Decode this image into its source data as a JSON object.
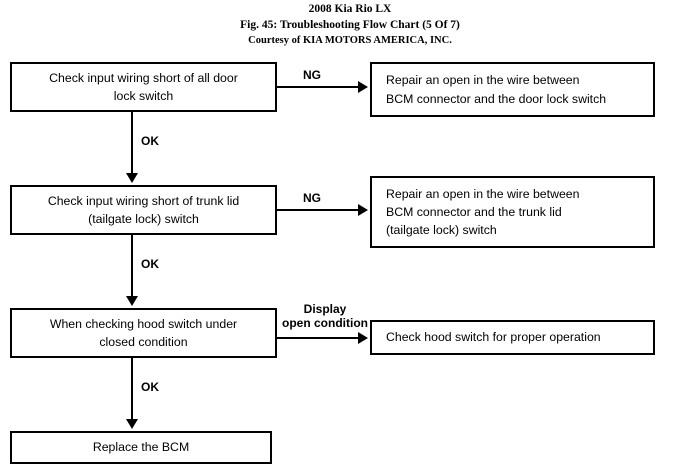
{
  "title": {
    "line1": "2008 Kia Rio LX",
    "line2": "Fig. 45: Troubleshooting Flow Chart (5 Of 7)",
    "line3": "Courtesy of KIA MOTORS AMERICA, INC."
  },
  "colors": {
    "line": "#000000",
    "text": "#000000",
    "background": "#ffffff"
  },
  "flowchart": {
    "type": "flow-chart",
    "nodes": [
      {
        "id": "check-door-lock",
        "text": "Check input wiring short of all door\nlock switch",
        "line1": "Check input wiring short of all door",
        "line2": "lock switch"
      },
      {
        "id": "repair-door-lock",
        "text": "Repair an open in the wire between\nBCM connector and the door lock switch",
        "line1": "Repair an open in the wire between",
        "line2": "BCM connector and the door lock switch"
      },
      {
        "id": "check-trunk-lid",
        "text": "Check input wiring short of trunk lid\n(tailgate lock) switch",
        "line1": "Check input wiring short of trunk lid",
        "line2": "(tailgate lock) switch"
      },
      {
        "id": "repair-trunk-lid",
        "text": "Repair an open in the wire between\nBCM connector and the trunk lid\n(tailgate lock) switch",
        "line1": "Repair an open in the wire between",
        "line2": "BCM connector and the trunk lid",
        "line3": "(tailgate lock) switch"
      },
      {
        "id": "check-hood-switch",
        "text": "When checking hood switch under\nclosed condition",
        "line1": "When checking hood switch under",
        "line2": "closed condition"
      },
      {
        "id": "check-hood-operation",
        "text": "Check hood switch for proper operation",
        "line1": "Check hood switch for proper operation"
      },
      {
        "id": "replace-bcm",
        "text": "Replace the BCM",
        "line1": "Replace the BCM"
      }
    ],
    "edges": [
      {
        "id": "e1",
        "from": "check-door-lock",
        "to": "repair-door-lock",
        "label": "NG",
        "direction": "right"
      },
      {
        "id": "e2",
        "from": "check-door-lock",
        "to": "check-trunk-lid",
        "label": "OK",
        "direction": "down"
      },
      {
        "id": "e3",
        "from": "check-trunk-lid",
        "to": "repair-trunk-lid",
        "label": "NG",
        "direction": "right"
      },
      {
        "id": "e4",
        "from": "check-trunk-lid",
        "to": "check-hood-switch",
        "label": "OK",
        "direction": "down"
      },
      {
        "id": "e5",
        "from": "check-hood-switch",
        "to": "check-hood-operation",
        "label": "Display open condition",
        "label_line1": "Display",
        "label_line2": "open condition",
        "direction": "right"
      },
      {
        "id": "e6",
        "from": "check-hood-switch",
        "to": "replace-bcm",
        "label": "OK",
        "direction": "down"
      }
    ]
  }
}
